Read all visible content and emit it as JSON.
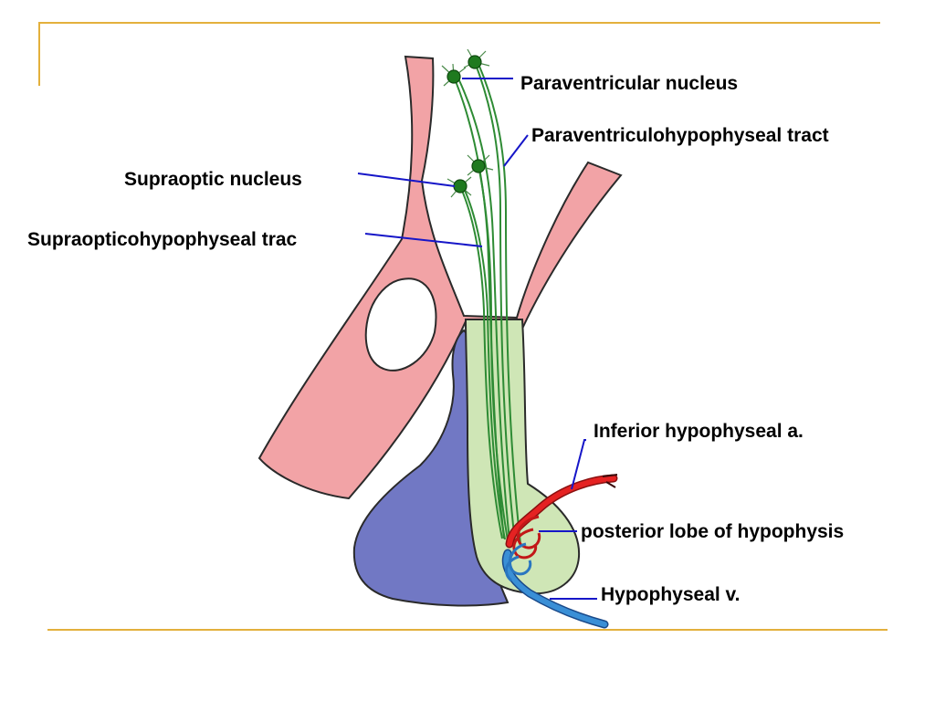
{
  "labels": {
    "paraventricular_nucleus": "Paraventricular nucleus",
    "paraventriculohypophyseal_tract": "Paraventriculohypophyseal tract",
    "supraoptic_nucleus": "Supraoptic nucleus",
    "supraopticohypophyseal_tract": "Supraopticohypophyseal trac",
    "inferior_hypophyseal_artery": "Inferior hypophyseal a.",
    "posterior_lobe": "posterior lobe of hypophysis",
    "hypophyseal_vein": "Hypophyseal v."
  },
  "colors": {
    "frame_accent": "#e3b03c",
    "hypothalamus_pink": "#f2a3a6",
    "anterior_lobe_blue": "#7178c4",
    "posterior_lobe_green": "#cfe6b6",
    "nerve_fiber_green": "#2e8b34",
    "neuron_green": "#1f7a1f",
    "artery_red": "#e52222",
    "vein_blue": "#3a8fd6",
    "leader_line_blue": "#1616c8",
    "outline": "#2a2a2a"
  }
}
